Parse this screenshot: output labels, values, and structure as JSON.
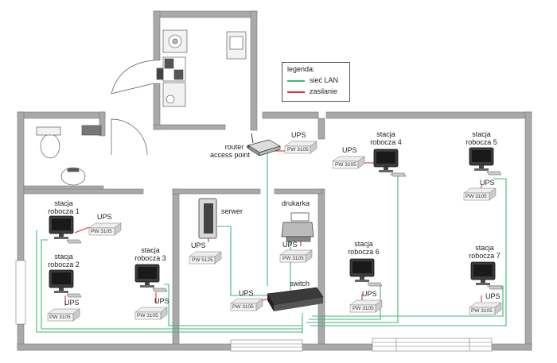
{
  "legend": {
    "title": "legenda:",
    "lan_label": "sieć LAN",
    "power_label": "zasilanie",
    "lan_color": "#3cb878",
    "power_color": "#e0333a"
  },
  "colors": {
    "wall": "#a9a9a9",
    "wall_edge": "#7a7a7a",
    "lan": "#3cb878",
    "power": "#e0333a"
  },
  "devices": {
    "router": {
      "label_line1": "router +",
      "label_line2": "access point"
    },
    "server": {
      "label": "serwer"
    },
    "printer": {
      "label": "drukarka"
    },
    "switch": {
      "label": "switch"
    },
    "ws1": {
      "line1": "stacja",
      "line2": "robocza 1"
    },
    "ws2": {
      "line1": "stacja",
      "line2": "robocza 2"
    },
    "ws3": {
      "line1": "stacja",
      "line2": "robocza 3"
    },
    "ws4": {
      "line1": "stacja",
      "line2": "robocza 4"
    },
    "ws5": {
      "line1": "stacja",
      "line2": "robocza 5"
    },
    "ws6": {
      "line1": "stacja",
      "line2": "robocza 6"
    },
    "ws7": {
      "line1": "stacja",
      "line2": "robocza 7"
    }
  },
  "ups": {
    "label": "UPS",
    "router_model": "PW 3105",
    "ws1_model": "PW 3105",
    "ws2_model": "PW 3105",
    "ws3_model": "PW 3105",
    "ws4_model": "PW 3105",
    "ws5_model": "PW 3105",
    "ws6_model": "PW 3105",
    "ws7_model": "PW 3105",
    "server_model": "PW 5125",
    "printer_model": "PW 3105",
    "switch_model": "PW 3105"
  }
}
